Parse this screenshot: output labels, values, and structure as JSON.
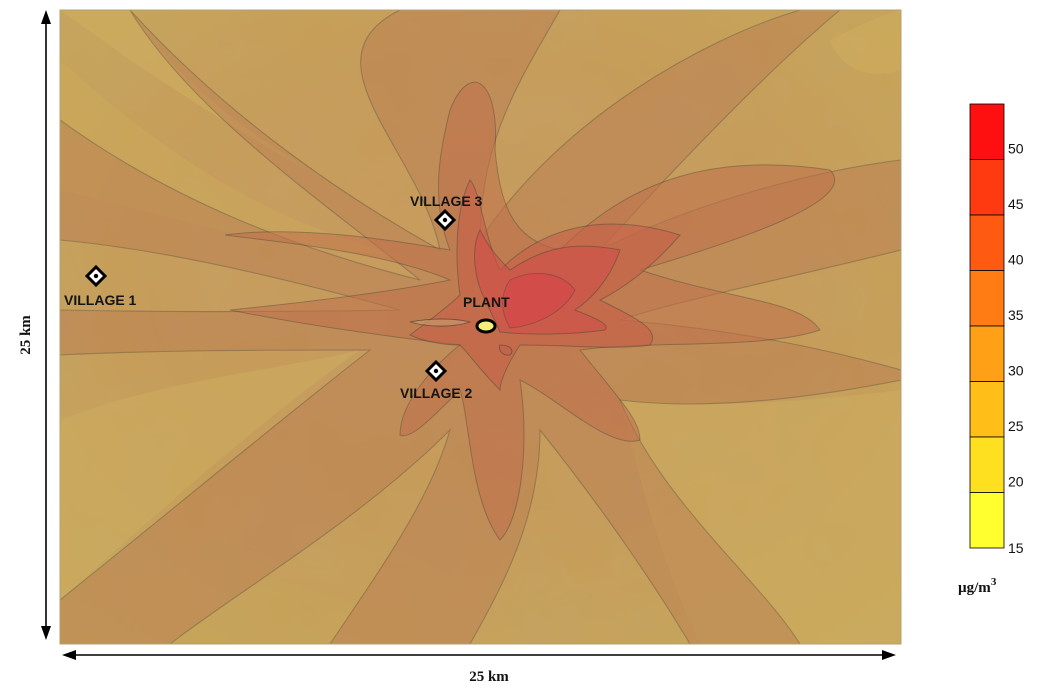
{
  "map": {
    "places": {
      "village1": "VILLAGE 1",
      "village2": "VILLAGE 2",
      "village3": "VILLAGE 3",
      "plant": "PLANT"
    },
    "scale": {
      "horizontal": "25 km",
      "vertical": "25 km"
    }
  },
  "legend": {
    "ticks": [
      "50",
      "45",
      "40",
      "35",
      "30",
      "25",
      "20",
      "15"
    ],
    "unit_base": "µg/m",
    "unit_exp": "3",
    "colors": [
      "#ff1010",
      "#ff3a10",
      "#ff5a12",
      "#ff7c14",
      "#ffa016",
      "#ffbf18",
      "#ffe020",
      "#ffff30"
    ]
  },
  "colors": {
    "terrain_light": "#c8a45a",
    "terrain_dark": "#b07a3e",
    "plume_outer": "#b97a52",
    "plume_mid": "#c0704c",
    "plume_inner": "#cc5a45",
    "contour": "#3f3a30"
  }
}
